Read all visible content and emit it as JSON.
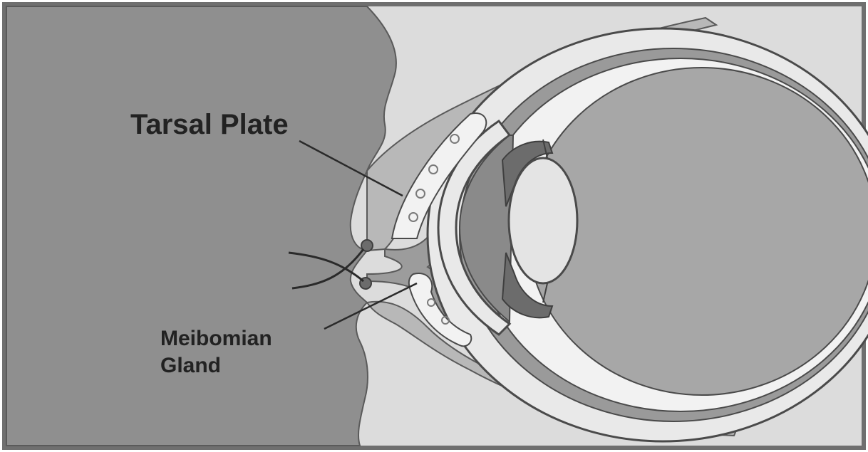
{
  "labels": {
    "tarsal_plate": "Tarsal Plate",
    "meibomian_gland_line1": "Meibomian",
    "meibomian_gland_line2": "Gland"
  },
  "colors": {
    "frame": "#6f6f6f",
    "skin": "#8f8f8f",
    "background": "#dcdcdc",
    "sclera": "#eeeeee",
    "eye_interior": "#a7a7a7",
    "iris": "#6c6c6c",
    "lens": "#e4e4e4",
    "outline": "#4a4a4a",
    "text": "#222222"
  }
}
